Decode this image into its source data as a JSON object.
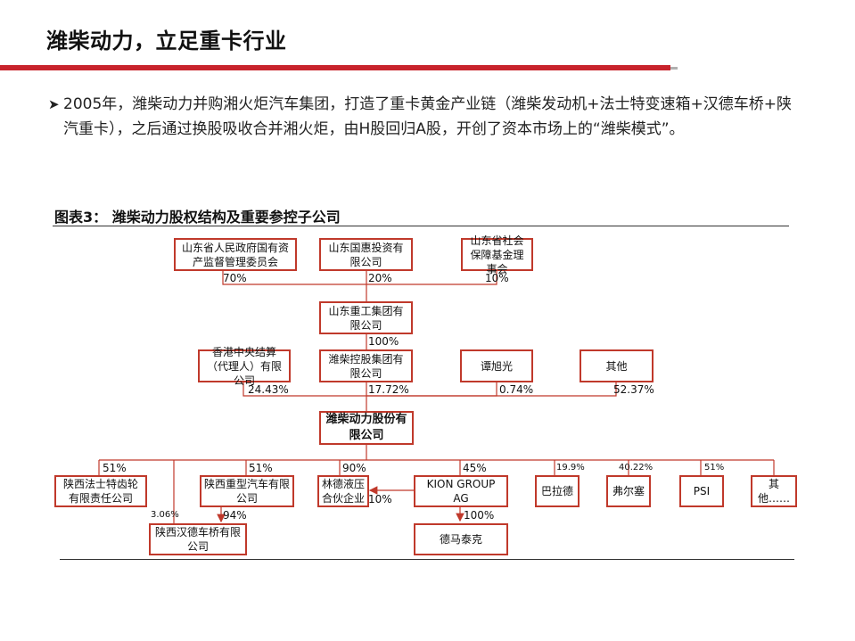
{
  "slide": {
    "title": "潍柴动力，立足重卡行业",
    "bullet": "2005年，潍柴动力并购湘火炬汽车集团，打造了重卡黄金产业链（潍柴发动机+法士特变速箱+汉德车桥+陕汽重卡），之后通过换股吸收合并湘火炬，由H股回归A股，开创了资本市场上的“潍柴模式”。"
  },
  "figure": {
    "caption": "图表3： 潍柴动力股权结构及重要参控子公司"
  },
  "colors": {
    "accent_red": "#c8232c",
    "box_border": "#c0392b",
    "arrow": "#c0392b"
  },
  "diagram": {
    "boxes": {
      "sasac": "山东省人民政府国有资产监督管理委员会",
      "guohui": "山东国惠投资有限公司",
      "shebao": "山东省社会保障基金理事会",
      "zhonggong": "山东重工集团有限公司",
      "hkscc": "香港中央结算（代理人）有限公司",
      "weichai_holding": "潍柴控股集团有限公司",
      "tanxuguang": "谭旭光",
      "others_top": "其他",
      "weichai_power": "潍柴动力股份有限公司",
      "fast": "陕西法士特齿轮有限责任公司",
      "shaanxi_heavy": "陕西重型汽车有限公司",
      "linde": "林德液压合伙企业",
      "kion": "KION GROUP AG",
      "ballard": "巴拉德",
      "ferretti": "弗尔塞",
      "psi": "PSI",
      "others_bottom": "其他……",
      "hande": "陕西汉德车桥有限公司",
      "dematic": "德马泰克"
    },
    "percents": {
      "sasac": "70%",
      "guohui": "20%",
      "shebao": "10%",
      "zhonggong": "100%",
      "hkscc": "24.43%",
      "weichai_holding": "17.72%",
      "tanxuguang": "0.74%",
      "others_top": "52.37%",
      "fast": "51%",
      "shaanxi_heavy": "51%",
      "linde": "90%",
      "linde_kion": "10%",
      "kion": "45%",
      "ballard": "19.9%",
      "ferretti": "40.22%",
      "psi": "51%",
      "hande_direct": "3.06%",
      "hande_via_heavy": "94%",
      "dematic": "100%"
    }
  }
}
